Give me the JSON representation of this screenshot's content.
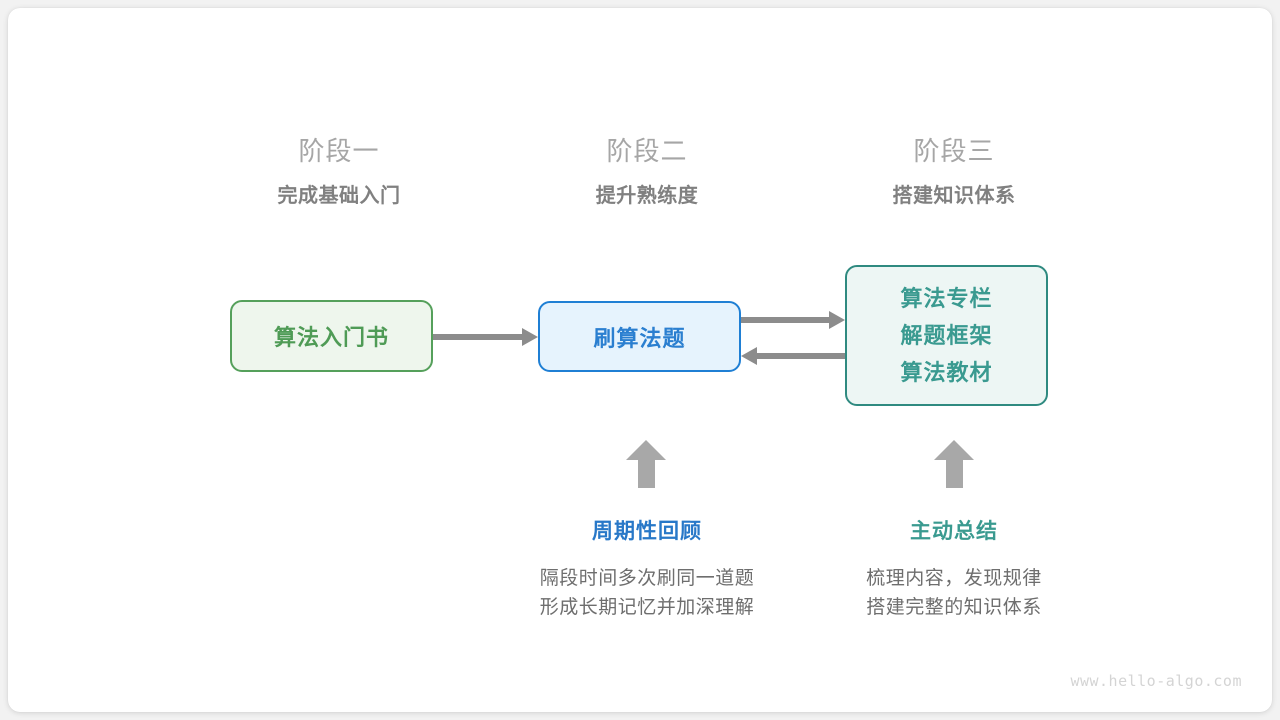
{
  "canvas": {
    "background": "#ffffff",
    "page_background": "#f2f2f2"
  },
  "stages": [
    {
      "number": "阶段一",
      "title": "完成基础入门"
    },
    {
      "number": "阶段二",
      "title": "提升熟练度"
    },
    {
      "number": "阶段三",
      "title": "搭建知识体系"
    }
  ],
  "nodes": [
    {
      "id": "intro-book",
      "lines": [
        "算法入门书"
      ],
      "fill": "#eef6ed",
      "border": "#55a05b",
      "text_color": "#4f9b56"
    },
    {
      "id": "practice-problems",
      "lines": [
        "刷算法题"
      ],
      "fill": "#e6f3fd",
      "border": "#1f7fd4",
      "text_color": "#2b7fd0"
    },
    {
      "id": "knowledge-system",
      "lines": [
        "算法专栏",
        "解题框架",
        "算法教材"
      ],
      "fill": "#edf6f4",
      "border": "#2f8a80",
      "text_color": "#3a9a90"
    }
  ],
  "connectors": [
    {
      "id": "book-to-practice",
      "direction": "right",
      "color": "#8c8c8c"
    },
    {
      "id": "practice-to-knowledge",
      "direction": "right",
      "color": "#8c8c8c"
    },
    {
      "id": "knowledge-to-practice",
      "direction": "left",
      "color": "#8c8c8c"
    }
  ],
  "notes": [
    {
      "id": "periodic-review",
      "title": "周期性回顾",
      "title_color": "#2878c8",
      "desc_line1": "隔段时间多次刷同一道题",
      "desc_line2": "形成长期记忆并加深理解"
    },
    {
      "id": "active-summary",
      "title": "主动总结",
      "title_color": "#3a9a90",
      "desc_line1": "梳理内容，发现规律",
      "desc_line2": "搭建完整的知识体系"
    }
  ],
  "watermark": "www.hello-algo.com"
}
